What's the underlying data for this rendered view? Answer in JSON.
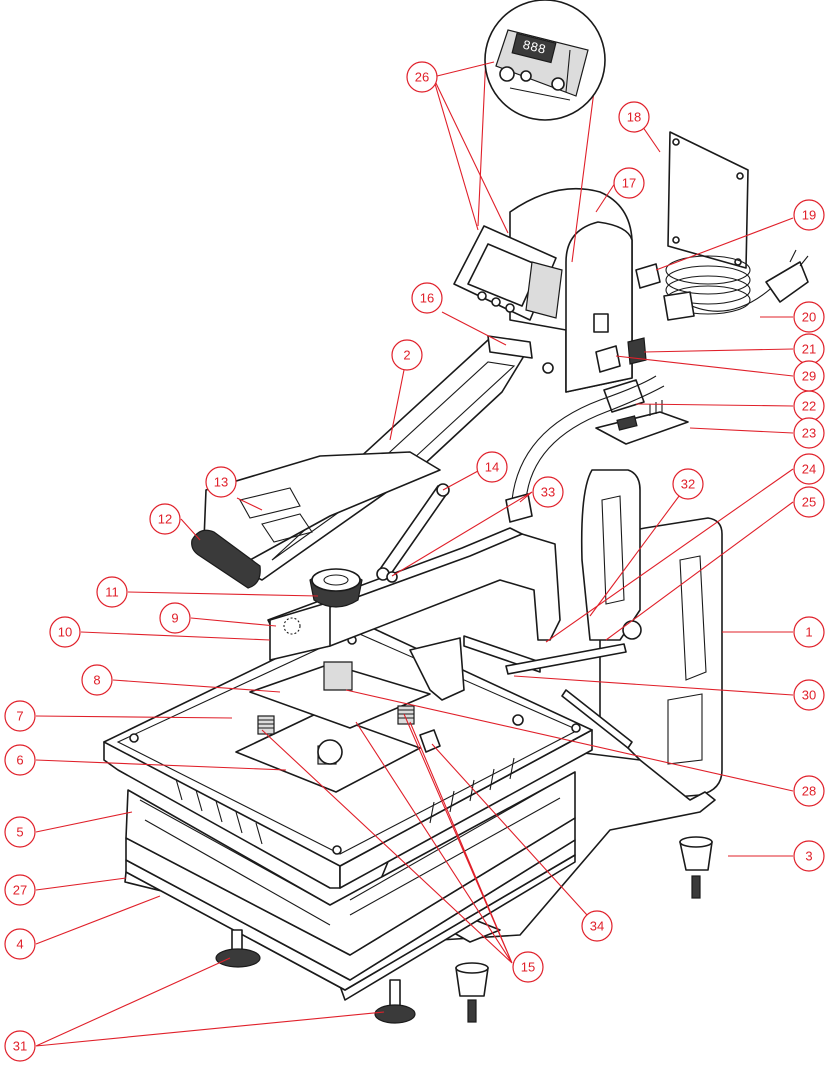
{
  "colors": {
    "callout": "#e0202a",
    "line": "#1a1a1a",
    "background": "#ffffff"
  },
  "inset": {
    "display_digits": "888"
  },
  "callouts": [
    {
      "id": "1",
      "text": "1"
    },
    {
      "id": "2",
      "text": "2"
    },
    {
      "id": "3",
      "text": "3"
    },
    {
      "id": "4",
      "text": "4"
    },
    {
      "id": "5",
      "text": "5"
    },
    {
      "id": "6",
      "text": "6"
    },
    {
      "id": "7",
      "text": "7"
    },
    {
      "id": "8",
      "text": "8"
    },
    {
      "id": "9",
      "text": "9"
    },
    {
      "id": "10",
      "text": "10"
    },
    {
      "id": "11",
      "text": "11"
    },
    {
      "id": "12",
      "text": "12"
    },
    {
      "id": "13",
      "text": "13"
    },
    {
      "id": "14",
      "text": "14"
    },
    {
      "id": "15",
      "text": "15"
    },
    {
      "id": "16",
      "text": "16"
    },
    {
      "id": "17",
      "text": "17"
    },
    {
      "id": "18",
      "text": "18"
    },
    {
      "id": "19",
      "text": "19"
    },
    {
      "id": "20",
      "text": "20"
    },
    {
      "id": "21",
      "text": "21"
    },
    {
      "id": "22",
      "text": "22"
    },
    {
      "id": "23",
      "text": "23"
    },
    {
      "id": "24",
      "text": "24"
    },
    {
      "id": "25",
      "text": "25"
    },
    {
      "id": "26",
      "text": "26"
    },
    {
      "id": "27",
      "text": "27"
    },
    {
      "id": "28",
      "text": "28"
    },
    {
      "id": "29",
      "text": "29"
    },
    {
      "id": "30",
      "text": "30"
    },
    {
      "id": "31",
      "text": "31"
    },
    {
      "id": "32",
      "text": "32"
    },
    {
      "id": "33",
      "text": "33"
    },
    {
      "id": "34",
      "text": "34"
    }
  ]
}
